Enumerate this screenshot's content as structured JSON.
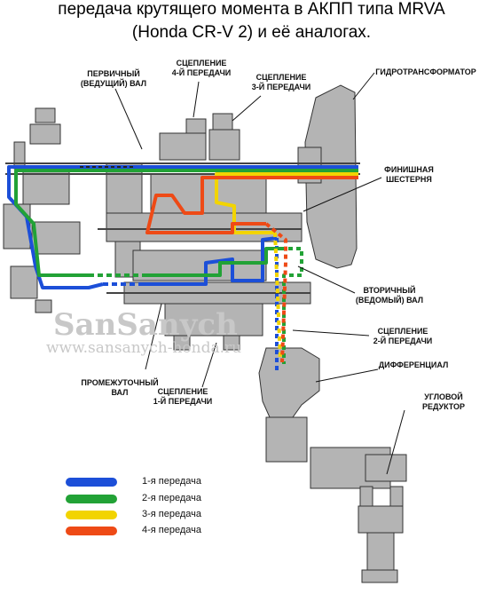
{
  "title_line1": "передача крутящего момента в АКПП типа MRVA",
  "title_line2": "(Honda CR-V 2) и её аналогах.",
  "labels": {
    "primary_shaft": [
      "ПЕРВИЧНЫЙ",
      "(ВЕДУЩИЙ) ВАЛ"
    ],
    "clutch_4": [
      "СЦЕПЛЕНИЕ",
      "4-Й ПЕРЕДАЧИ"
    ],
    "clutch_3": [
      "СЦЕПЛЕНИЕ",
      "3-Й ПЕРЕДАЧИ"
    ],
    "torque_converter": "ГИДРОТРАНСФОРМАТОР",
    "final_gear": [
      "ФИНИШНАЯ",
      "ШЕСТЕРНЯ"
    ],
    "secondary_shaft": [
      "ВТОРИЧНЫЙ",
      "(ВЕДОМЫЙ) ВАЛ"
    ],
    "clutch_2": [
      "СЦЕПЛЕНИЕ",
      "2-Й ПЕРЕДАЧИ"
    ],
    "differential": "ДИФФЕРЕНЦИАЛ",
    "angle_gearbox": [
      "УГЛОВОЙ",
      "РЕДУКТОР"
    ],
    "intermediate_shaft": [
      "ПРОМЕЖУТОЧНЫЙ",
      "ВАЛ"
    ],
    "clutch_1": [
      "СЦЕПЛЕНИЕ",
      "1-Й ПЕРЕДАЧИ"
    ]
  },
  "watermark": {
    "line1": "SanSanych",
    "line2": "www.sansanych-honda.ru"
  },
  "legend": [
    {
      "label": "1-я передача",
      "color": "#1c4fd8"
    },
    {
      "label": "2-я передача",
      "color": "#22a236"
    },
    {
      "label": "3-я передача",
      "color": "#f2d400"
    },
    {
      "label": "4-я передача",
      "color": "#ee4a16"
    }
  ],
  "colors": {
    "part_gray": "#b4b4b4",
    "part_dark": "#4a4a4a",
    "gear1": "#1c4fd8",
    "gear2": "#22a236",
    "gear3": "#f2d400",
    "gear4": "#ee4a16"
  }
}
